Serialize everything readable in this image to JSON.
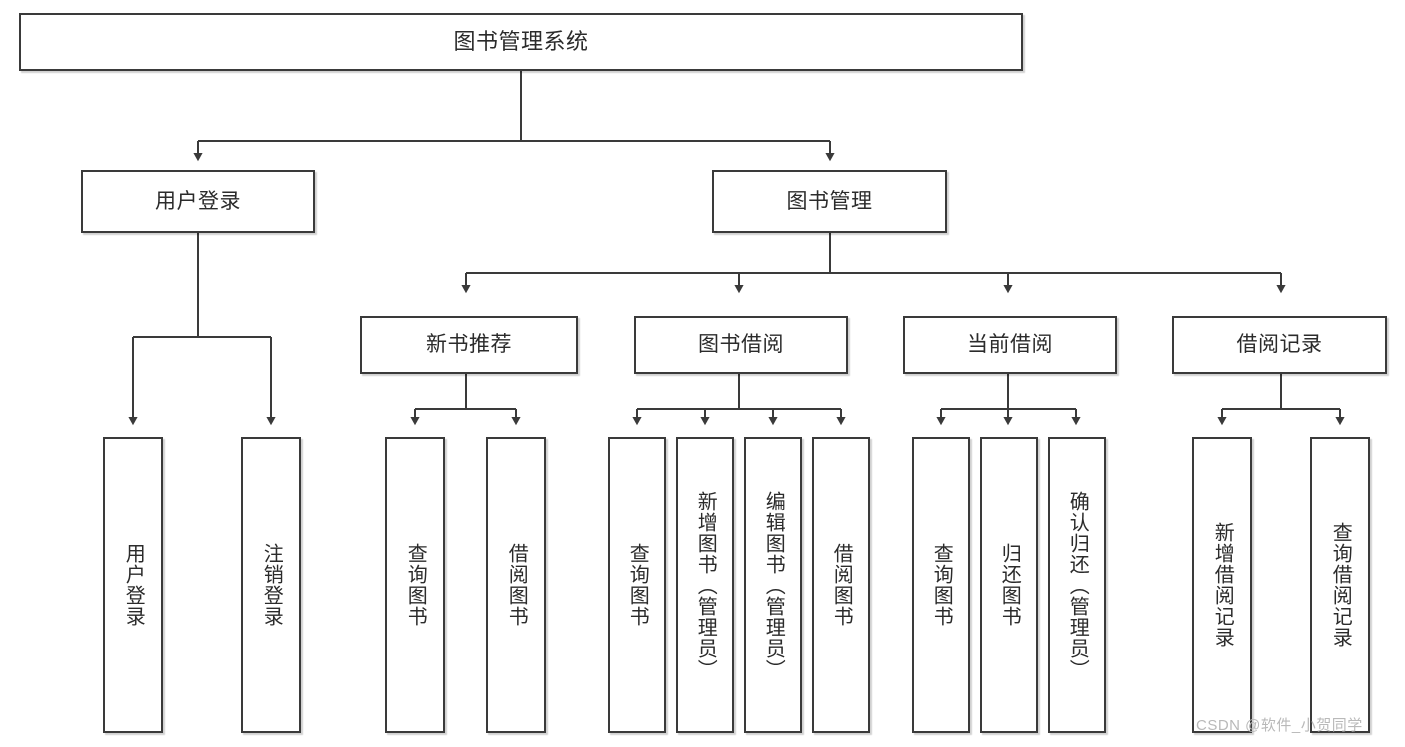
{
  "diagram": {
    "title_node": {
      "id": "root",
      "label": "图书管理系统"
    },
    "level2": [
      {
        "id": "user-login",
        "label": "用户登录"
      },
      {
        "id": "book-manage",
        "label": "图书管理"
      }
    ],
    "level3": [
      {
        "id": "new-book-rec",
        "label": "新书推荐"
      },
      {
        "id": "book-borrow",
        "label": "图书借阅"
      },
      {
        "id": "current-borrow",
        "label": "当前借阅"
      },
      {
        "id": "borrow-record",
        "label": "借阅记录"
      }
    ],
    "leaves": [
      {
        "id": "leaf-user-login",
        "label": "用户登录",
        "parent": "user-login"
      },
      {
        "id": "leaf-user-logout",
        "label": "注销登录",
        "parent": "user-login"
      },
      {
        "id": "leaf-query-book-1",
        "label": "查询图书",
        "parent": "new-book-rec"
      },
      {
        "id": "leaf-borrow-book-1",
        "label": "借阅图书",
        "parent": "new-book-rec"
      },
      {
        "id": "leaf-query-book-2",
        "label": "查询图书",
        "parent": "book-borrow"
      },
      {
        "id": "leaf-add-book",
        "label": "新增图书（管理员）",
        "parent": "book-borrow"
      },
      {
        "id": "leaf-edit-book",
        "label": "编辑图书（管理员）",
        "parent": "book-borrow"
      },
      {
        "id": "leaf-borrow-book-2",
        "label": "借阅图书",
        "parent": "book-borrow"
      },
      {
        "id": "leaf-query-book-3",
        "label": "查询图书",
        "parent": "current-borrow"
      },
      {
        "id": "leaf-return-book",
        "label": "归还图书",
        "parent": "current-borrow"
      },
      {
        "id": "leaf-confirm-return",
        "label": "确认归还（管理员）",
        "parent": "current-borrow"
      },
      {
        "id": "leaf-add-record",
        "label": "新增借阅记录",
        "parent": "borrow-record"
      },
      {
        "id": "leaf-query-record",
        "label": "查询借阅记录",
        "parent": "borrow-record"
      }
    ]
  },
  "watermark": {
    "text": "CSDN @软件_小贺同学"
  },
  "colors": {
    "box_border": "#3a3a3a",
    "box_fill": "#ffffff",
    "connector": "#3a3a3a",
    "text": "#2b2b2b",
    "watermark": "#b9b9b9",
    "page_background": "#ffffff"
  }
}
